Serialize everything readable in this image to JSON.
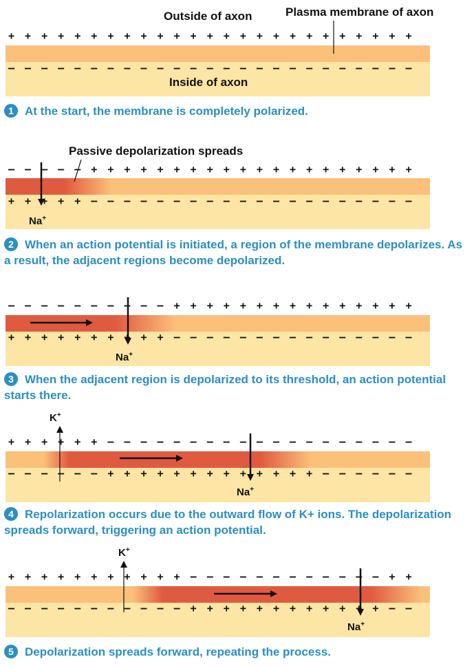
{
  "colors": {
    "membrane_polarized": "#fbc07a",
    "membrane_depolarized": "#e05a40",
    "inside": "#fce5a5",
    "caption": "#2a8fc4"
  },
  "labels": {
    "outside": "Outside of axon",
    "plasma_membrane": "Plasma membrane of axon",
    "inside": "Inside of axon",
    "passive": "Passive depolarization spreads",
    "na": "Na",
    "k": "K",
    "plus": "+"
  },
  "steps": [
    {
      "number": "1",
      "caption": "At the start, the membrane is completely polarized.",
      "outside_charges": "+ + + + + + + + + + + + + + + + + + + + + + + + +",
      "inside_charges": "– – – – – – – – – – – – – – – – – – – – – – – – –"
    },
    {
      "number": "2",
      "caption": "When an action potential is initiated, a region of the membrane depolarizes. As a result, the adjacent regions become depolarized.",
      "outside_charges": "– – – – – + + + + + + + + + + + + + + + + + + + +",
      "inside_charges": "+ + + + + – – – – – – – – – – – – – – – – – – – –"
    },
    {
      "number": "3",
      "caption": "When the adjacent region is depolarized to its threshold, an action potential starts there.",
      "outside_charges": "– – – – – – – – – – + + + + + + + + + + + + + + +",
      "inside_charges": "+ + + + + + + + + + – – – – – – – – – – – – – – –"
    },
    {
      "number": "4",
      "caption": "Repolarization occurs due to the outward flow of K+ ions. The depolarization spreads forward, triggering an action potential.",
      "outside_charges": "+ + + + + + – – – – – – – – – – – – – – – – – – –",
      "inside_charges": "– – – – – – + + + + + + + + + + + + + – – – – – –"
    },
    {
      "number": "5",
      "caption": "Depolarization spreads forward, repeating the process.",
      "outside_charges": "+ + + + + + + + + + + – – – – – – – – – – – – + +",
      "inside_charges": "– – – – – – – – – – – + + + + + + + + + + + + – –"
    }
  ]
}
